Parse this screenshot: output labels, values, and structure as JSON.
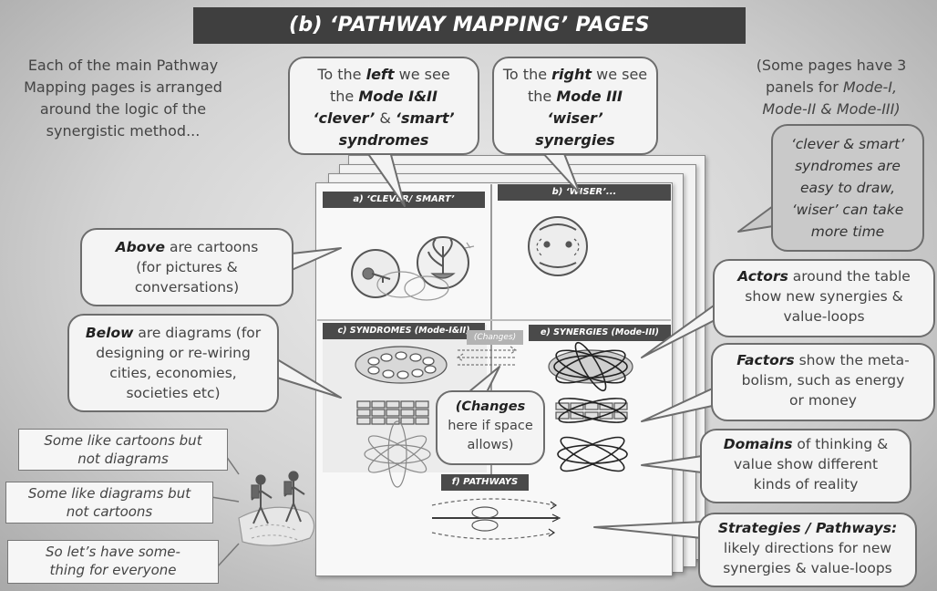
{
  "title": "(b) ‘PATHWAY MAPPING’ PAGES",
  "intro": [
    "Each of the main Pathway",
    "Mapping pages is arranged",
    "around the logic of the",
    "synergistic method..."
  ],
  "note": {
    "l1": "(Some pages have 3",
    "l2a": "panels for ",
    "l2b": "Mode-I,",
    "l3": "Mode-II & Mode-III)"
  },
  "left_bubble": {
    "a": "To the ",
    "b": "left",
    "c": " we see",
    "d": "the ",
    "e": "Mode I&II",
    "f": "‘clever’",
    "g": " & ",
    "h": "‘smart’",
    "i": "syndromes"
  },
  "right_bubble": {
    "a": "To the ",
    "b": "right",
    "c": " we see",
    "d": "the ",
    "e": "Mode III ‘wiser’",
    "f": "synergies"
  },
  "clever_bubble": [
    "‘clever & smart’",
    "syndromes are",
    "easy to draw,",
    "‘wiser’ can take",
    "more time"
  ],
  "above_bubble": {
    "a": "Above",
    "b": " are cartoons",
    "c": "(for pictures &",
    "d": "conversations)"
  },
  "below_bubble": {
    "a": "Below",
    "b": " are diagrams (for",
    "c": "designing or re-wiring",
    "d": "cities, economies,",
    "e": "societies etc)"
  },
  "changes_bubble": {
    "a": "(Changes",
    "b": "here if space",
    "c": "allows)"
  },
  "actors_bubble": {
    "a": "Actors",
    "b": " around the table",
    "c": "show new synergies &",
    "d": "value-loops"
  },
  "factors_bubble": {
    "a": "Factors",
    "b": " show the meta-",
    "c": "bolism, such as energy",
    "d": "or money"
  },
  "domains_bubble": {
    "a": "Domains",
    "b": " of thinking &",
    "c": "value show different",
    "d": "kinds of reality"
  },
  "strategies_bubble": {
    "a": "Strategies / Pathways:",
    "b": "likely directions for new",
    "c": "synergies & value-loops"
  },
  "captions": [
    [
      "Some like cartoons but",
      "not diagrams"
    ],
    [
      "Some like diagrams but",
      "not cartoons"
    ],
    [
      "So let’s have some-",
      "thing for everyone"
    ]
  ],
  "panels": {
    "a": "a) ‘CLEVER/ SMART’",
    "b": "b) ‘WISER’...",
    "c": "c) SYNDROMES (Mode-I&II)",
    "changes": "(Changes)",
    "e": "e) SYNERGIES (Mode-III)",
    "f": "f) PATHWAYS"
  }
}
